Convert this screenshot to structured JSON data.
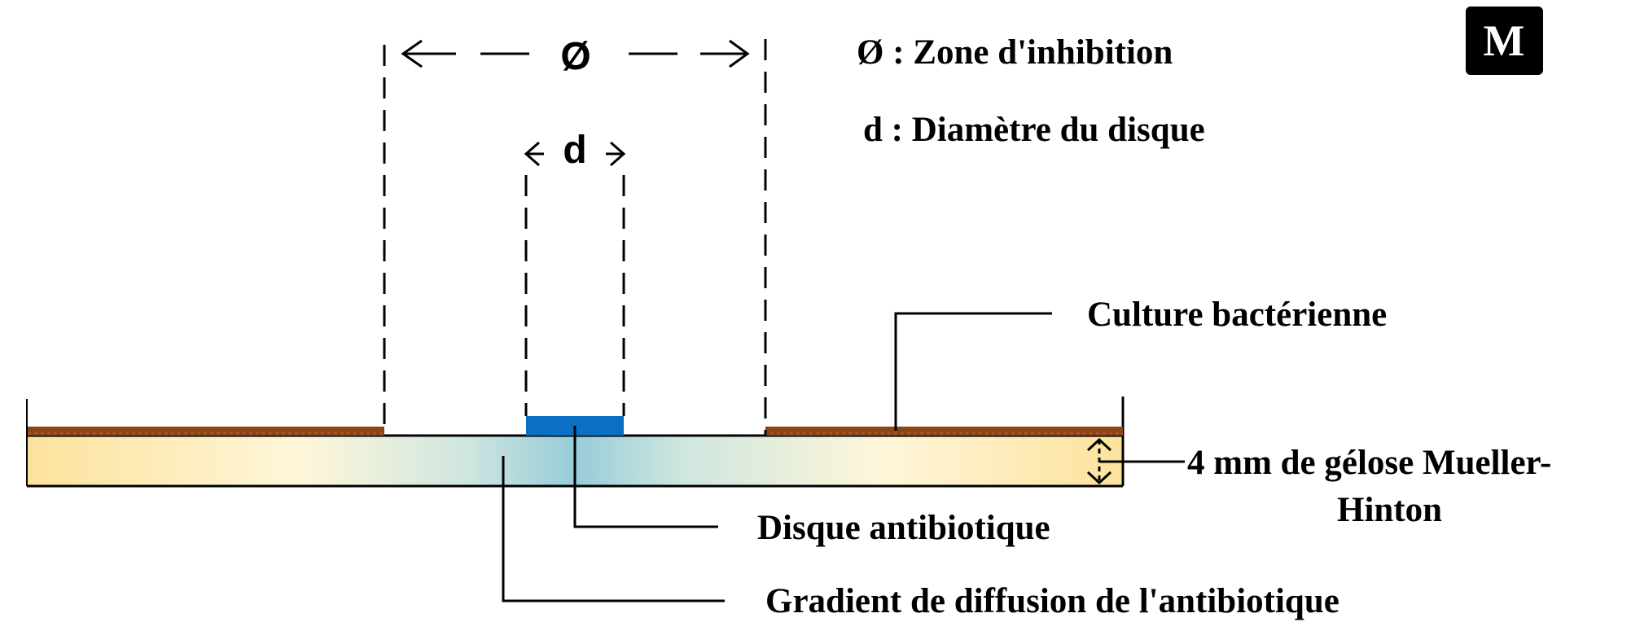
{
  "diagram": {
    "symbols": {
      "zone": "Ø",
      "disk": "d"
    },
    "legend": {
      "zone": "Ø : Zone d'inhibition",
      "disk": "d : Diamètre du disque"
    },
    "labels": {
      "culture": "Culture bactérienne",
      "agar_line1": "4 mm de gélose Mueller-",
      "agar_line2": "Hinton",
      "disk": "Disque antibiotique",
      "gradient": "Gradient de diffusion de l'antibiotique"
    },
    "logo": "M",
    "colors": {
      "culture": "#8B4513",
      "disk": "#0B6FC4",
      "agar_edge": "#FCE6A4",
      "agar_center": "#9FD0DC"
    }
  }
}
